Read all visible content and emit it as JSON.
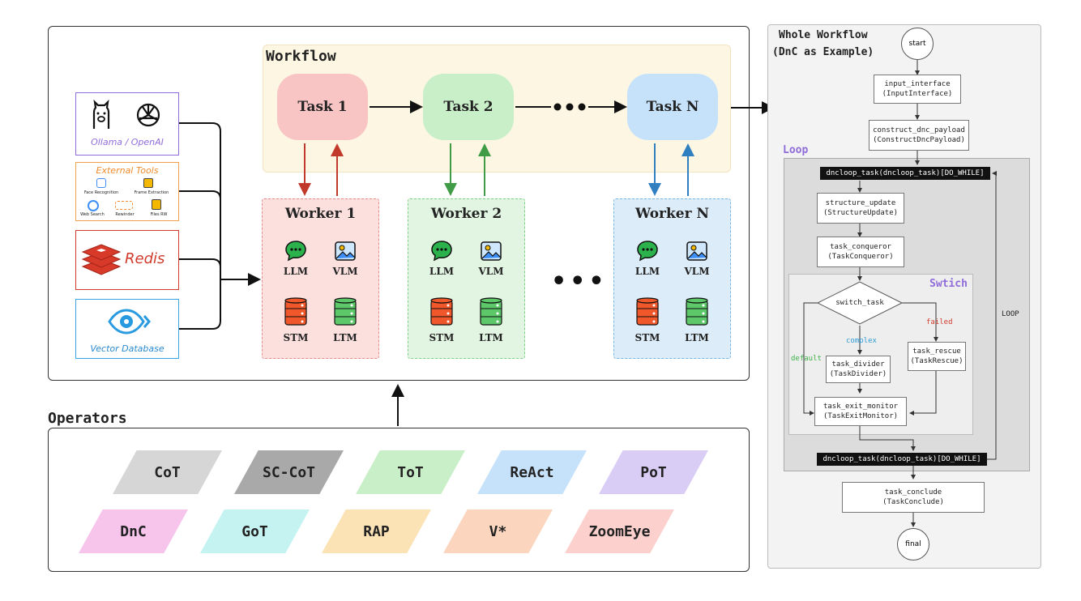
{
  "workflow": {
    "title": "Workflow",
    "tasks": [
      {
        "label": "Task 1",
        "color": "#f9c4c4"
      },
      {
        "label": "Task 2",
        "color": "#c9efc9"
      },
      {
        "label": "Task N",
        "color": "#c6e2fb"
      }
    ],
    "workers": [
      {
        "title": "Worker 1",
        "border": "#e88b8b",
        "bg": "#fbe0de",
        "arrow": "#c0392b"
      },
      {
        "title": "Worker 2",
        "border": "#7fcf86",
        "bg": "#e2f5e2",
        "arrow": "#3f9b46"
      },
      {
        "title": "Worker N",
        "border": "#7ab6e4",
        "bg": "#dcecf8",
        "arrow": "#2f7fc1"
      }
    ],
    "worker_items": {
      "llm": "LLM",
      "vlm": "VLM",
      "stm": "STM",
      "ltm": "LTM"
    }
  },
  "sources": {
    "llm": "Ollama / OpenAI",
    "tools": {
      "title": "External Tools",
      "items": [
        "Face Recognition",
        "Frame Extraction",
        "Web Search",
        "Rewinder",
        "Files RW"
      ]
    },
    "redis": "Redis",
    "vector": "Vector Database"
  },
  "operators": {
    "title": "Operators",
    "row1": [
      {
        "label": "CoT",
        "color": "#d6d6d6"
      },
      {
        "label": "SC-CoT",
        "color": "#a9a9a9"
      },
      {
        "label": "ToT",
        "color": "#c9efc9"
      },
      {
        "label": "ReAct",
        "color": "#c6e2fb"
      },
      {
        "label": "PoT",
        "color": "#d9ccf5"
      }
    ],
    "row2": [
      {
        "label": "DnC",
        "color": "#f7c4ec"
      },
      {
        "label": "GoT",
        "color": "#c5f3f1"
      },
      {
        "label": "RAP",
        "color": "#fbe3b5"
      },
      {
        "label": "V*",
        "color": "#fbd5bd"
      },
      {
        "label": "ZoomEye",
        "color": "#fbd0cd"
      }
    ]
  },
  "whole": {
    "title1": "Whole Workflow",
    "title2": "(DnC as Example)",
    "start": "start",
    "final": "final",
    "loop_label": "Loop",
    "switch_label": "Swtich",
    "loop_side": "LOOP",
    "dncloop": "dncloop_task(dncloop_task)[DO_WHILE]",
    "switch_task": "switch_task",
    "complex": "complex",
    "failed": "failed",
    "default": "default",
    "boxes": {
      "input": [
        "input_interface",
        "(InputInterface)"
      ],
      "construct": [
        "construct_dnc_payload",
        "(ConstructDncPayload)"
      ],
      "structure": [
        "structure_update",
        "(StructureUpdate)"
      ],
      "conqueror": [
        "task_conqueror",
        "(TaskConqueror)"
      ],
      "divider": [
        "task_divider",
        "(TaskDivider)"
      ],
      "rescue": [
        "task_rescue",
        "(TaskRescue)"
      ],
      "exit": [
        "task_exit_monitor",
        "(TaskExitMonitor)"
      ],
      "conclude": [
        "task_conclude",
        "(TaskConclude)"
      ]
    }
  }
}
